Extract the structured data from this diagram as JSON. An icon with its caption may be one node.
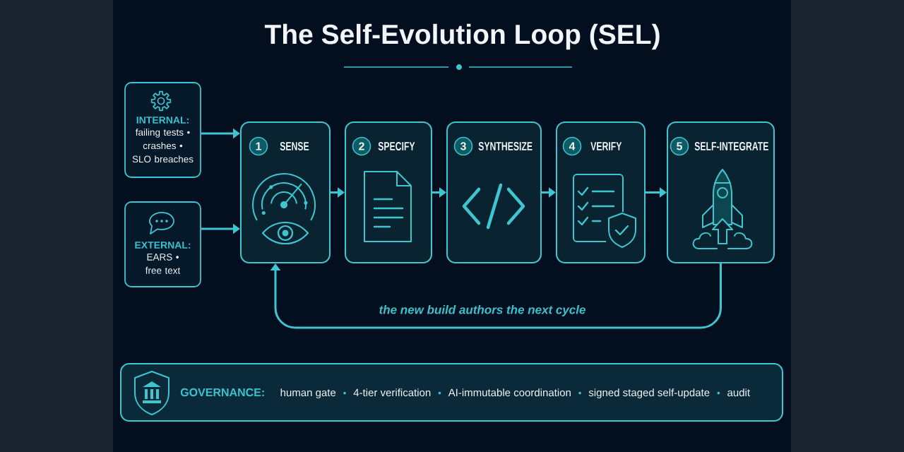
{
  "diagram": {
    "title": "The Self-Evolution Loop (SEL)",
    "nodes": [
      {
        "text": [
          "INTERNAL:",
          "failing tests • crashes • SLO breaches"
        ]
      },
      {
        "text": [
          "EXTERNAL:",
          "EARS • free text"
        ]
      },
      {
        "text": [
          "1",
          "SENSE"
        ]
      },
      {
        "text": [
          "2",
          "SPECIFY"
        ]
      },
      {
        "text": [
          "3",
          "SYNTHESIZE"
        ]
      },
      {
        "text": [
          "4",
          "VERIFY"
        ]
      },
      {
        "text": [
          "5",
          "SELF-INTEGRATE"
        ]
      },
      {
        "text": [
          "GOVERNANCE:",
          "human gate",
          "4-tier verification",
          "AI-immutable coordination",
          "signed staged self-update",
          "audit"
        ]
      }
    ],
    "edges": [
      {
        "from": 0,
        "to": 2,
        "arrow": "to"
      },
      {
        "from": 1,
        "to": 2,
        "arrow": "to"
      },
      {
        "from": 2,
        "to": 3,
        "arrow": "to"
      },
      {
        "from": 3,
        "to": 4,
        "arrow": "to"
      },
      {
        "from": 4,
        "to": 5,
        "arrow": "to"
      },
      {
        "from": 5,
        "to": 6,
        "arrow": "to"
      },
      {
        "from": 6,
        "to": 2,
        "arrow": "to",
        "label": "the new build authors the next cycle"
      }
    ]
  }
}
